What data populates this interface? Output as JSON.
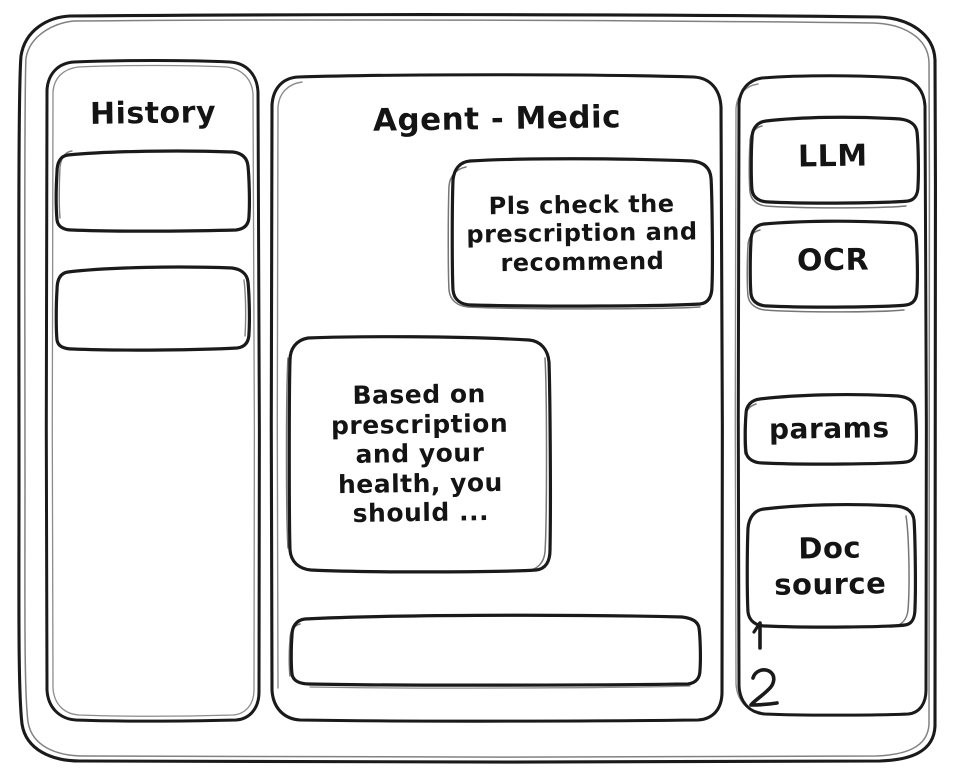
{
  "window": {
    "name": "agent-medic-wireframe"
  },
  "style": {
    "stroke_color": "#1a1a1a",
    "background_color": "#ffffff",
    "text_color": "#141414"
  },
  "sidebar_left": {
    "title": "History",
    "items": [
      {
        "label": ""
      },
      {
        "label": ""
      }
    ]
  },
  "main": {
    "title": "Agent - Medic",
    "messages": [
      {
        "role": "user",
        "text": "Pls check the prescription and recommend",
        "align": "right"
      },
      {
        "role": "assistant",
        "text": "Based on prescription and your health, you should ...",
        "align": "left"
      }
    ],
    "composer": {
      "value": "",
      "placeholder": ""
    }
  },
  "sidebar_right": {
    "tools": [
      {
        "label": "LLM"
      },
      {
        "label": "OCR"
      },
      {
        "label": "params"
      },
      {
        "label": "Doc source"
      }
    ],
    "doc_sources": [
      {
        "label": "1"
      },
      {
        "label": "2"
      }
    ]
  }
}
